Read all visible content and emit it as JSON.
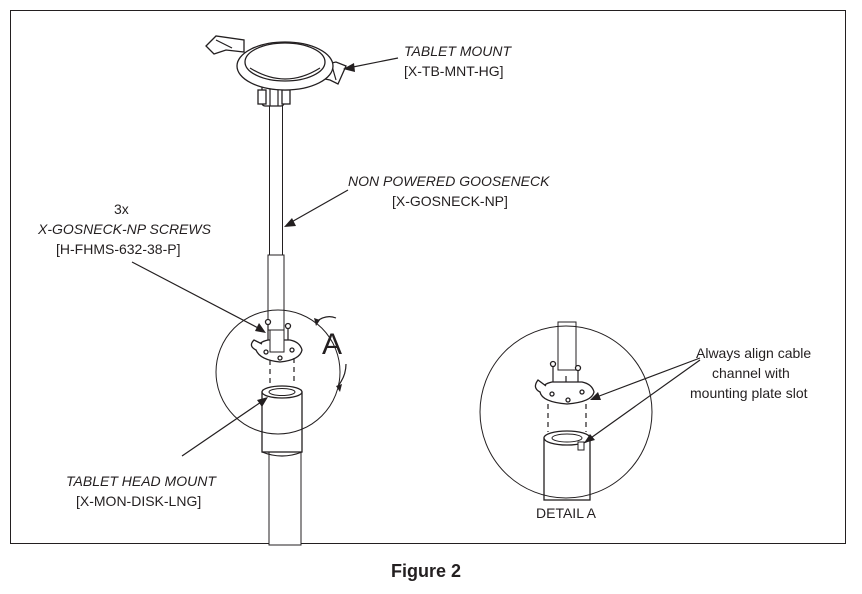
{
  "labels": {
    "tablet_mount": {
      "name": "TABLET MOUNT",
      "part": "[X-TB-MNT-HG]"
    },
    "gooseneck": {
      "name": "NON POWERED GOOSENECK",
      "part": "[X-GOSNECK-NP]"
    },
    "screws": {
      "qty": "3x",
      "name": "X-GOSNECK-NP SCREWS",
      "part": "[H-FHMS-632-38-P]"
    },
    "head_mount": {
      "name": "TABLET HEAD MOUNT",
      "part": "[X-MON-DISK-LNG]"
    },
    "detail_letter": "A",
    "align_note": [
      "Always align cable",
      "channel with",
      "mounting plate slot"
    ],
    "detail_caption": "DETAIL A"
  },
  "figure_caption": "Figure 2"
}
